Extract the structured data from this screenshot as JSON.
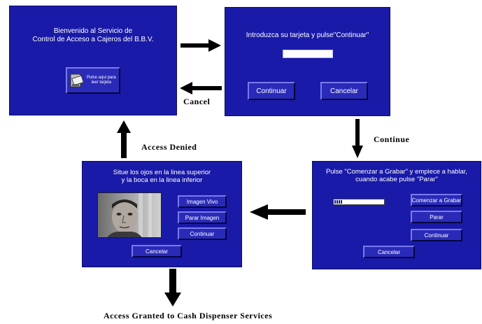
{
  "screens": {
    "welcome": {
      "text": "Bienvenido al Servicio de\nControl de Acceso a Cajeros del B.B.V.",
      "card_button": "Pulse aqui para\nleer tarjeta"
    },
    "card": {
      "text": "Introduzca su tarjeta y pulse\"Continuar\"",
      "continue_button": "Continuar",
      "cancel_button": "Cancelar"
    },
    "voice": {
      "text": "Pulse \"Comenzar a Grabar\" y empiece a hablar,\ncuando acabe pulse \"Parar\"",
      "record_button": "Comenzar a Grabar",
      "stop_button": "Parar",
      "continue_button": "Continuar",
      "cancel_button": "Cancelar"
    },
    "face": {
      "text": "Situe los ojos en la linea superior\ny la boca en la linea inferior",
      "live_button": "Imagen Vivo",
      "stop_image_button": "Parar Imagen",
      "continue_button": "Continuar",
      "cancel_button": "Cancelar"
    }
  },
  "labels": {
    "cancel": "Cancel",
    "continue": "Continue",
    "access_denied": "Access Denied",
    "access_granted": "Access Granted to Cash Dispenser Services"
  },
  "colors": {
    "screen_bg": "#1a1aa8",
    "arrow": "#000000"
  }
}
